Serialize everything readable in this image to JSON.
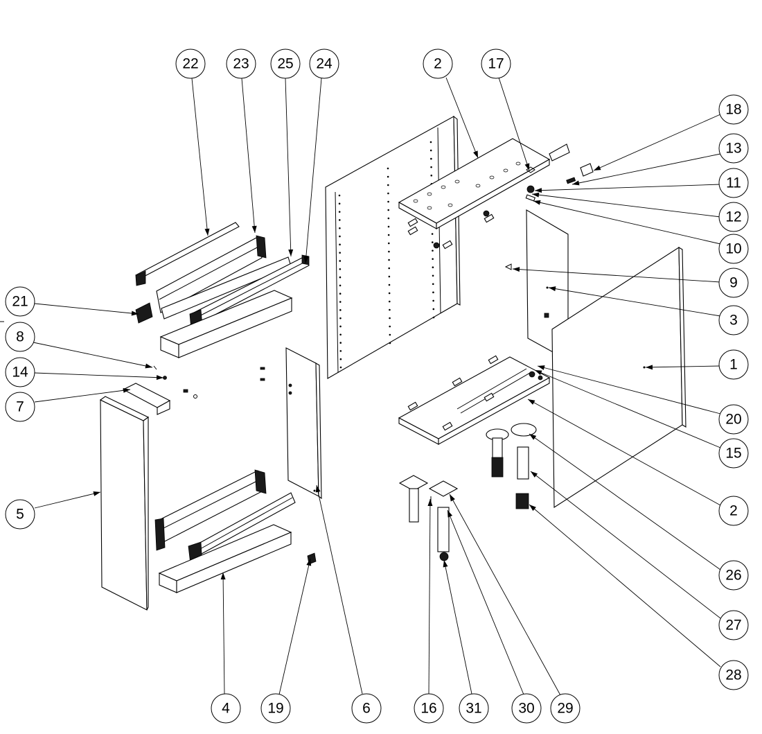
{
  "callouts": [
    {
      "id": "c22",
      "label": "22"
    },
    {
      "id": "c23",
      "label": "23"
    },
    {
      "id": "c25",
      "label": "25"
    },
    {
      "id": "c24",
      "label": "24"
    },
    {
      "id": "c2a",
      "label": "2"
    },
    {
      "id": "c17",
      "label": "17"
    },
    {
      "id": "c18",
      "label": "18"
    },
    {
      "id": "c13",
      "label": "13"
    },
    {
      "id": "c11",
      "label": "11"
    },
    {
      "id": "c12",
      "label": "12"
    },
    {
      "id": "c10",
      "label": "10"
    },
    {
      "id": "c9",
      "label": "9"
    },
    {
      "id": "c3",
      "label": "3"
    },
    {
      "id": "c1",
      "label": "1"
    },
    {
      "id": "c20",
      "label": "20"
    },
    {
      "id": "c15",
      "label": "15"
    },
    {
      "id": "c2b",
      "label": "2"
    },
    {
      "id": "c26",
      "label": "26"
    },
    {
      "id": "c27",
      "label": "27"
    },
    {
      "id": "c28",
      "label": "28"
    },
    {
      "id": "c21",
      "label": "21"
    },
    {
      "id": "c8",
      "label": "8"
    },
    {
      "id": "c14",
      "label": "14"
    },
    {
      "id": "c7",
      "label": "7"
    },
    {
      "id": "c5",
      "label": "5"
    },
    {
      "id": "c4",
      "label": "4"
    },
    {
      "id": "c19",
      "label": "19"
    },
    {
      "id": "c6",
      "label": "6"
    },
    {
      "id": "c16",
      "label": "16"
    },
    {
      "id": "c31",
      "label": "31"
    },
    {
      "id": "c30",
      "label": "30"
    },
    {
      "id": "c29",
      "label": "29"
    }
  ]
}
